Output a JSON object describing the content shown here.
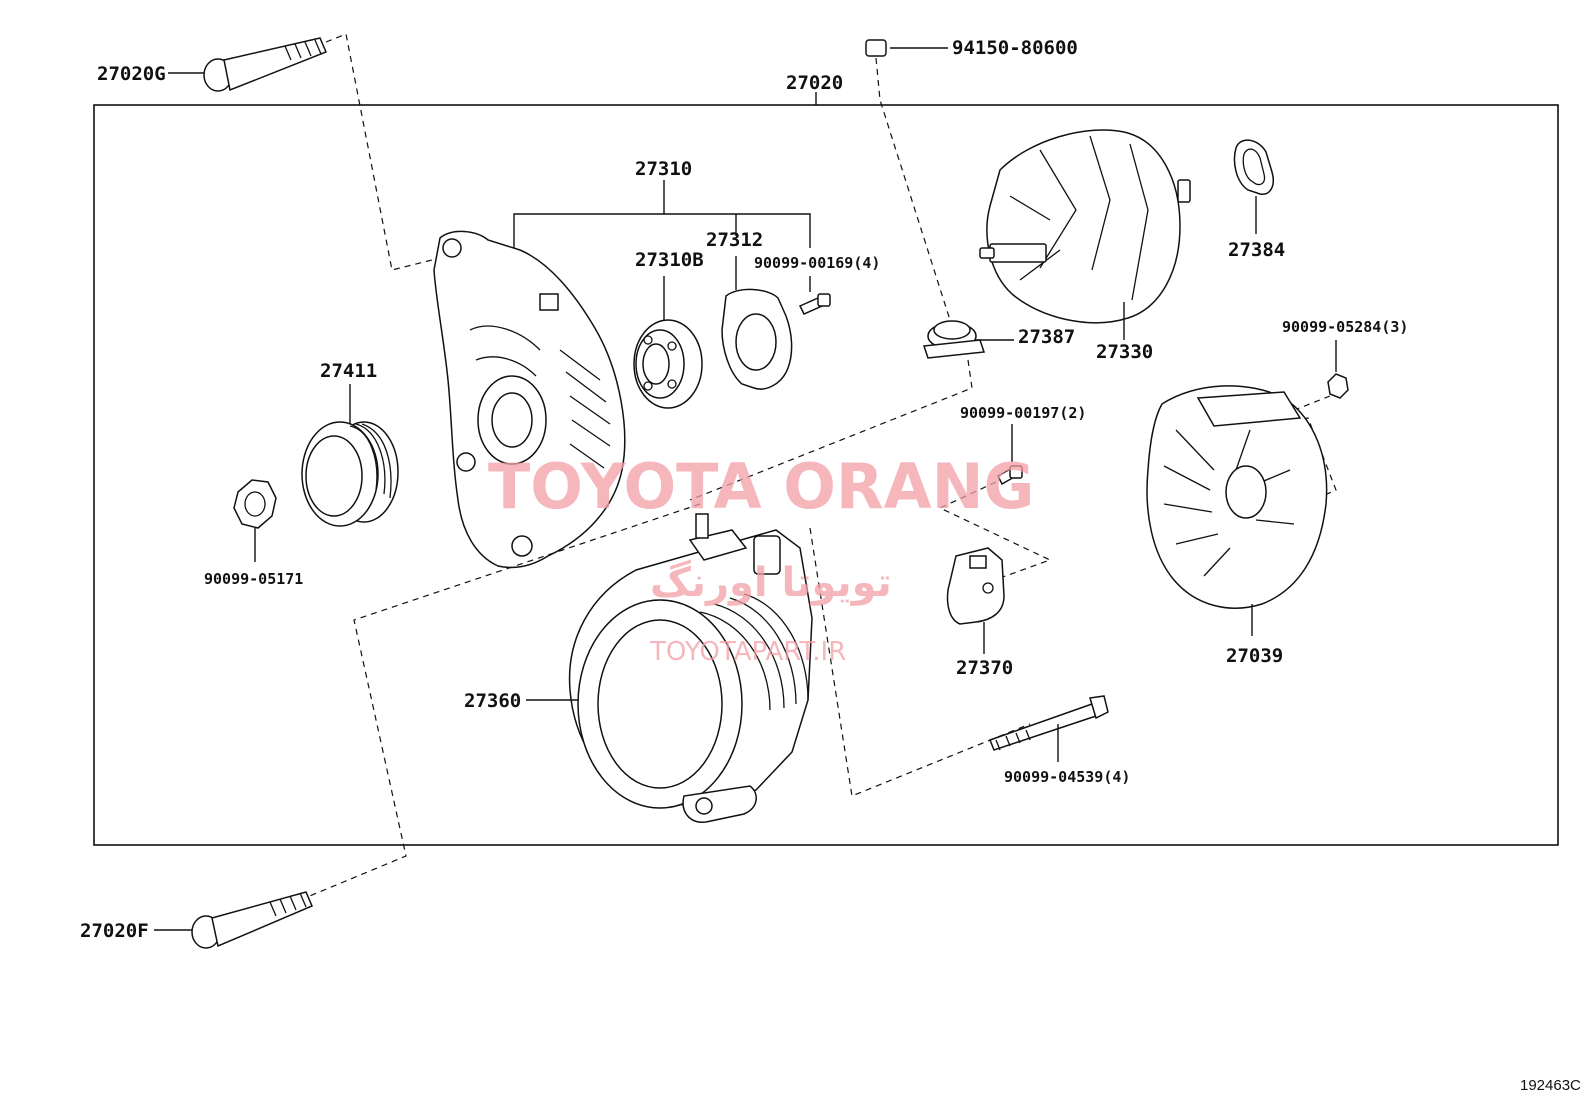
{
  "diagram_id": "192463C",
  "watermark": {
    "brand": "TOYOTA ORANG",
    "persian": "تویوتا اورنگ",
    "site": "TOYOTAPART.IR"
  },
  "parts": {
    "p27020": "27020",
    "p27020G": "27020G",
    "p27020F": "27020F",
    "p94150_80600": "94150-80600",
    "p27310": "27310",
    "p27310B": "27310B",
    "p27312": "27312",
    "p90099_00169": "90099-00169(4)",
    "p27411": "27411",
    "p90099_05171": "90099-05171",
    "p27387": "27387",
    "p27330": "27330",
    "p27384": "27384",
    "p90099_05284": "90099-05284(3)",
    "p90099_00197": "90099-00197(2)",
    "p27370": "27370",
    "p27039": "27039",
    "p27360": "27360",
    "p90099_04539": "90099-04539(4)"
  }
}
